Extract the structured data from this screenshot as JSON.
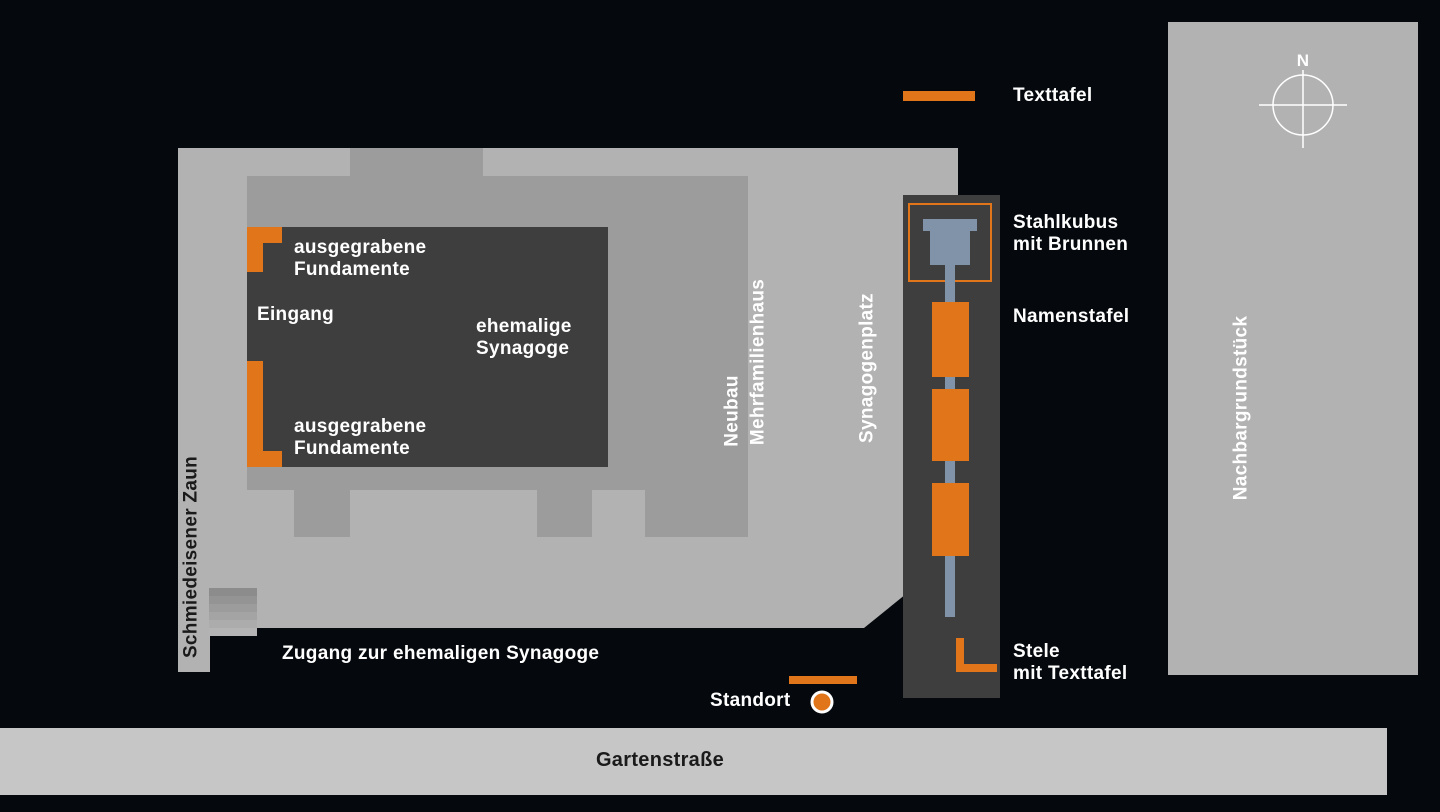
{
  "colors": {
    "background": "#05090D",
    "site_gray": "#B2B2B2",
    "building_gray": "#9C9C9C",
    "dark_gray": "#3E3E3E",
    "accent_orange": "#E0751A",
    "steel_blue": "#8093A9",
    "street_gray": "#C6C6C6"
  },
  "legend": {
    "texttafel": "Texttafel"
  },
  "compass": {
    "north": "N"
  },
  "site": {
    "foundations_top": "ausgegrabene\nFundamente",
    "entrance": "Eingang",
    "former_synagogue": "ehemalige\nSynagoge",
    "foundations_bottom": "ausgegrabene\nFundamente",
    "fence": "Schmiedeisener Zaun",
    "access": "Zugang zur ehemaligen Synagoge",
    "new_building_line1": "Neubau",
    "new_building_line2": "Mehrfamilienhaus",
    "square": "Synagogenplatz"
  },
  "memorial": {
    "steel_cube": "Stahlkubus\nmit Brunnen",
    "name_plaques": "Namenstafel",
    "stele": "Stele\nmit Texttafel"
  },
  "standort": "Standort",
  "street": "Gartenstraße",
  "neighbor": "Nachbargrundstück"
}
